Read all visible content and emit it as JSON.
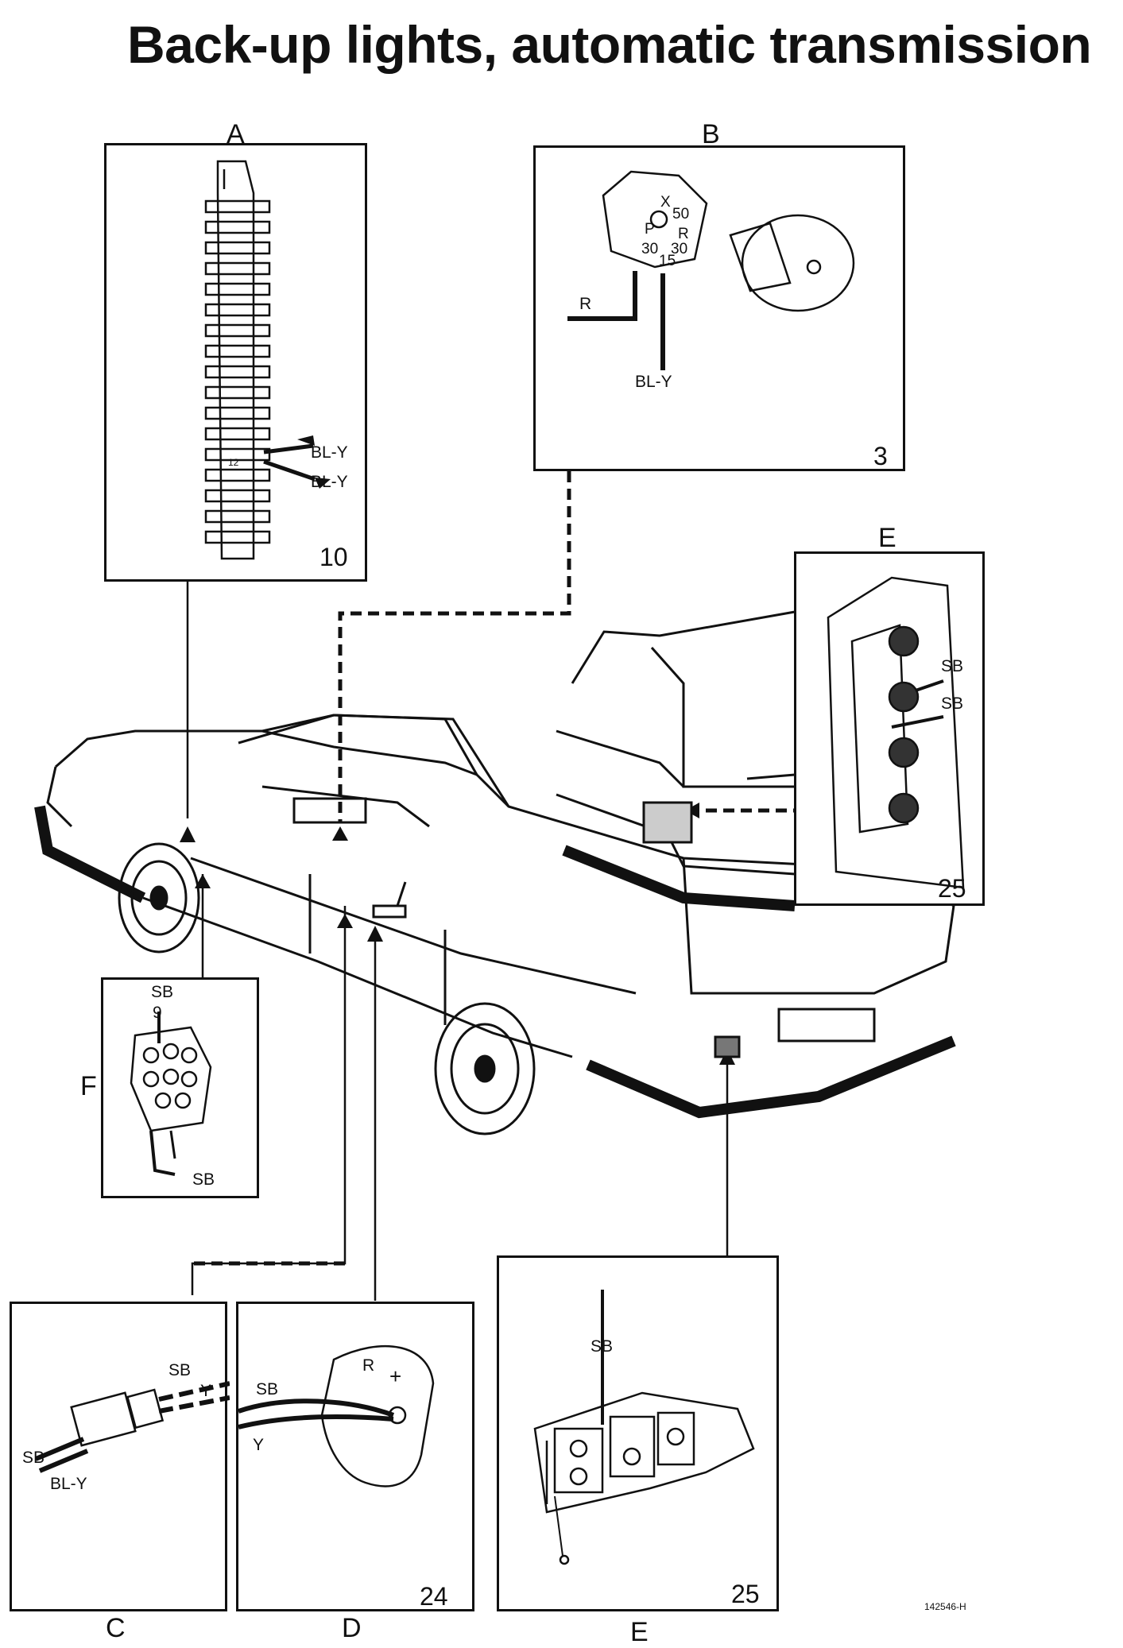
{
  "title": "Back-up lights, automatic transmission",
  "panels": {
    "A": {
      "label": "A",
      "number": "10",
      "wires": [
        "BL-Y",
        "BL-Y"
      ],
      "pin_number": "12"
    },
    "B": {
      "label": "B",
      "number": "3",
      "wires": [
        "R",
        "BL-Y"
      ],
      "terminals": [
        "X",
        "50",
        "P",
        "R",
        "30",
        "30",
        "15"
      ]
    },
    "E_top": {
      "label": "E",
      "number": "25",
      "wires": [
        "SB",
        "SB"
      ]
    },
    "F": {
      "label": "F",
      "wires": [
        "SB",
        "SB"
      ],
      "pin_number": "9"
    },
    "C": {
      "label": "C",
      "wires": [
        "SB",
        "SB",
        "BL-Y",
        "Y"
      ]
    },
    "D": {
      "label": "D",
      "number": "24",
      "wires": [
        "SB",
        "Y"
      ],
      "markings": [
        "R",
        "+"
      ]
    },
    "E_bottom": {
      "label": "E",
      "number": "25",
      "wires": [
        "SB"
      ]
    }
  },
  "reference": "142546-H"
}
